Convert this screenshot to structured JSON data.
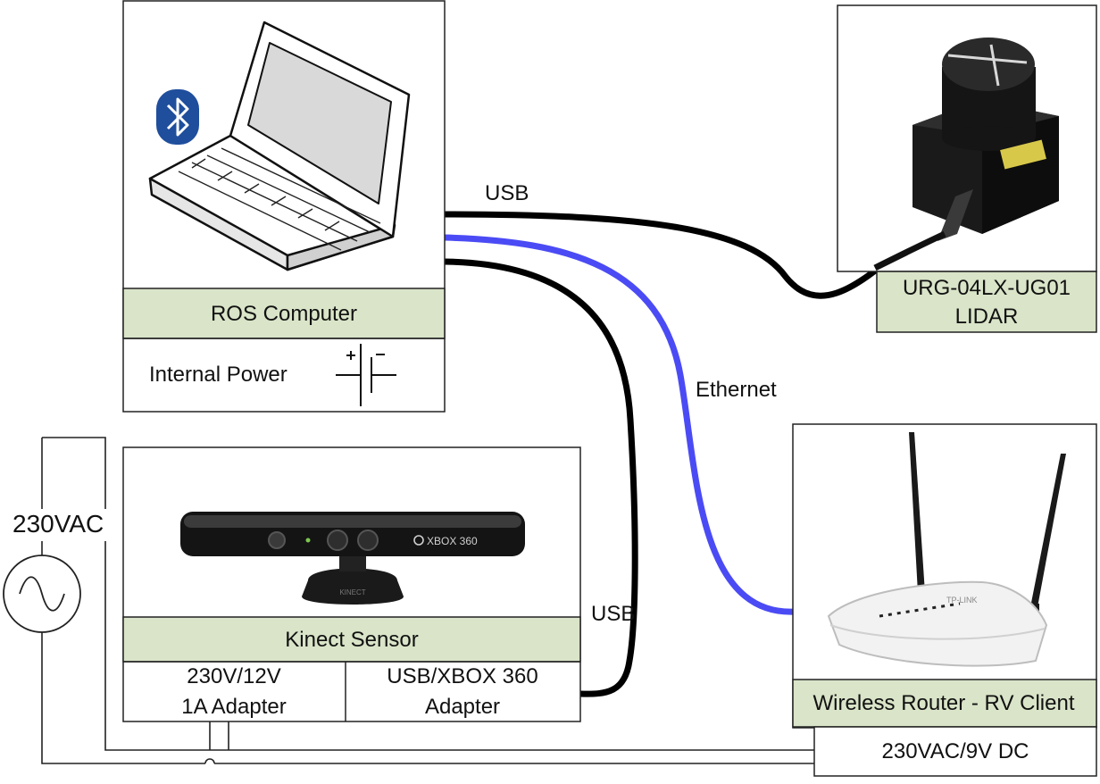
{
  "colors": {
    "label_fill": "#d9e4c8",
    "ethernet_cable": "#4b4bf5",
    "usb_cable": "#000000",
    "bluetooth": "#1f4e9c"
  },
  "computer": {
    "label": "ROS Computer",
    "power_label": "Internal Power",
    "icons": [
      "laptop-icon",
      "bluetooth-icon",
      "battery-icon"
    ]
  },
  "lidar": {
    "label_line1": "URG-04LX-UG01",
    "label_line2": "LIDAR",
    "icon": "lidar-sensor-icon"
  },
  "kinect": {
    "label": "Kinect Sensor",
    "adapter1_line1": "230V/12V",
    "adapter1_line2": "1A Adapter",
    "adapter2_line1": "USB/XBOX 360",
    "adapter2_line2": "Adapter",
    "device_brand": "XBOX 360",
    "device_name": "KINECT"
  },
  "router": {
    "label": "Wireless Router - RV Client",
    "power_label": "230VAC/9V DC",
    "device_brand": "TP-LINK"
  },
  "source": {
    "label": "230VAC",
    "icon": "ac-source-icon"
  },
  "cables": {
    "usb_lidar": "USB",
    "ethernet": "Ethernet",
    "usb_kinect": "USB"
  }
}
